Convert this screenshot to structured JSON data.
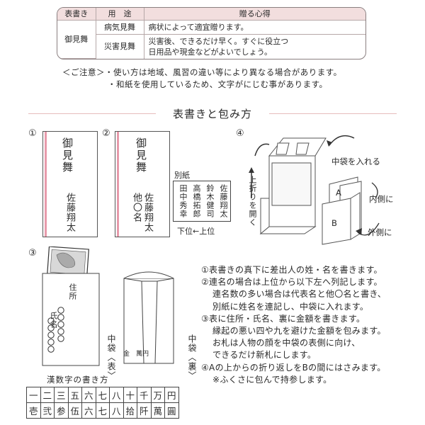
{
  "usage_table": {
    "headers": [
      "表書き",
      "用　途",
      "贈る心得"
    ],
    "category": "御見舞",
    "rows": [
      {
        "use": "病気見舞",
        "lines": [
          "病状によって適宜贈ります。"
        ]
      },
      {
        "use": "災害見舞",
        "lines": [
          "災害後、できるだけ早く。すぐに役立つ",
          "日用品や現金などがよいでしょう。"
        ]
      }
    ]
  },
  "notes": {
    "line1": "＜ご注意＞・使い方は地域、風習の違い等により異なる場合があります。",
    "line2": "・和紙を使用しているため、文字がにじむ事があります。"
  },
  "section_title": "表書きと包み方",
  "steps": {
    "n1": "①",
    "n2": "②",
    "n3": "③",
    "n4": "④"
  },
  "envelope1": {
    "title": "御見舞",
    "name": "佐藤翔太"
  },
  "envelope2": {
    "title": "御見舞",
    "name_col1": "佐藤翔太",
    "name_col2": "他〇名"
  },
  "betsushi": {
    "label": "別紙",
    "cols": [
      "佐藤翔太",
      "鈴木健司",
      "高橋拓郎",
      "田中秀幸"
    ],
    "order": "下位←上位"
  },
  "step4": {
    "insert_label": "中袋を入れる",
    "fold_label": "上折りを開く",
    "inner_label": "内側に",
    "outer_label": "外側に",
    "a": "A",
    "b": "B"
  },
  "inner_bag": {
    "front_caption": "中袋〈表〉",
    "back_caption": "中袋〈裏〉",
    "address": "住所",
    "name": "氏名",
    "amount": "金　萬円"
  },
  "explain": [
    "①表書きの真下に差出人の姓・名を書きます。",
    "②連名の場合は上位から以下左へ列記します。",
    "連名数の多い場合は代表名と他〇名と書き、",
    "別紙に姓名を連記し、中袋に入れます。",
    "③表に住所・氏名、裏に金額を書きます。",
    "縁起の悪い四や九を避けた金額を包みます。",
    "お札は人物の顔を中袋の表側に向け、",
    "できるだけ新札にします。",
    "④Aの上からの折り返しをBの間にはさみます。",
    "※ふくさに包んで持参します。"
  ],
  "kanji": {
    "title": "漢数字の書き方",
    "row1": [
      "一",
      "二",
      "三",
      "五",
      "六",
      "七",
      "八",
      "十",
      "千",
      "万",
      "円"
    ],
    "row2": [
      "壱",
      "弐",
      "参",
      "伍",
      "六",
      "七",
      "八",
      "拾",
      "阡",
      "萬",
      "圓"
    ]
  },
  "colors": {
    "header_pink": "#f2dede",
    "accent_pink": "#e79aab",
    "line_pink": "#e7bcbc"
  }
}
